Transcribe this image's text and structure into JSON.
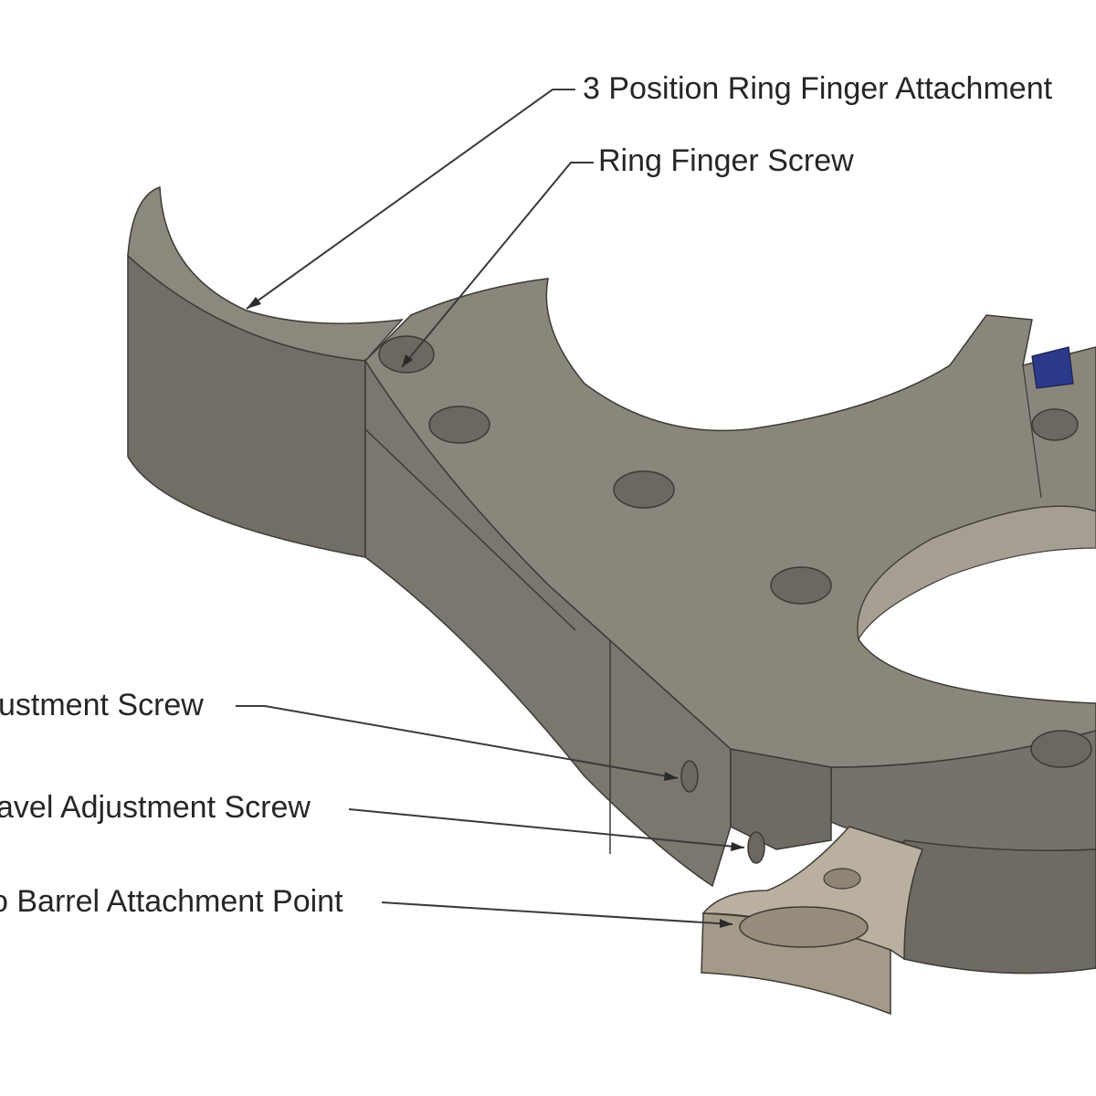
{
  "diagram": {
    "subject": "trigger-release-frame-3d-model",
    "colors": {
      "metal_top": "#8b867c",
      "metal_side": "#757068",
      "metal_dark": "#5f5b54",
      "metal_light": "#b9b0a0",
      "accent_blue": "#2b3a8a",
      "leader": "#3a3a3a"
    },
    "callouts": [
      {
        "id": "ring-finger-attachment",
        "text": "3 Position Ring Finger Attachment"
      },
      {
        "id": "ring-finger-screw",
        "text": "Ring Finger Screw"
      },
      {
        "id": "adjustment-screw",
        "text": "ustment Screw"
      },
      {
        "id": "travel-adjustment-screw",
        "text": "avel Adjustment Screw"
      },
      {
        "id": "barrel-attachment-point",
        "text": "o Barrel Attachment Point"
      }
    ]
  }
}
